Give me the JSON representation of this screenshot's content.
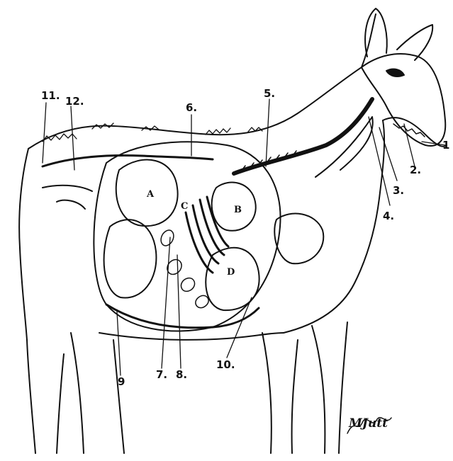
{
  "diagram": {
    "subject": "sheep",
    "number_labels": [
      "1",
      "2.",
      "3.",
      "4.",
      "5.",
      "6.",
      "7.",
      "8.",
      "9",
      "10.",
      "11.",
      "12."
    ],
    "organ_letters": [
      "A",
      "B",
      "C",
      "D"
    ],
    "signature": "MJutt"
  }
}
